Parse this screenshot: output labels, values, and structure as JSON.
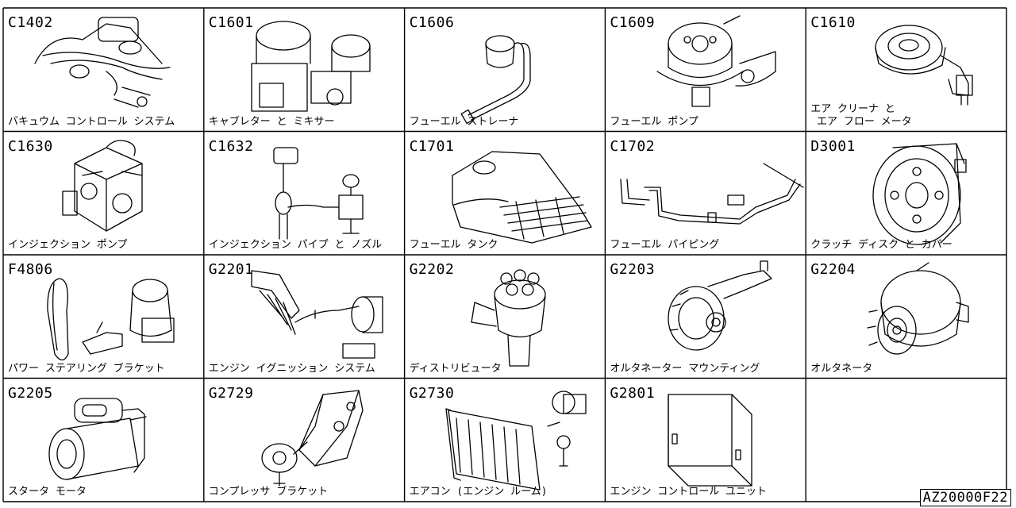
{
  "catalog": {
    "parts": [
      {
        "code": "C1402",
        "label": "バキュウム コントロール システム",
        "icon": "vacuum-hose-system-icon"
      },
      {
        "code": "C1601",
        "label": "キャブレター と ミキサー",
        "icon": "carburetor-icon"
      },
      {
        "code": "C1606",
        "label": "フューエル ストレーナ",
        "icon": "fuel-strainer-icon"
      },
      {
        "code": "C1609",
        "label": "フューエル ポンプ",
        "icon": "fuel-pump-icon"
      },
      {
        "code": "C1610",
        "label": "エア クリーナ と\n エア フロー メータ",
        "icon": "air-cleaner-icon"
      },
      {
        "code": "C1630",
        "label": "インジェクション ポンプ",
        "icon": "injection-pump-icon"
      },
      {
        "code": "C1632",
        "label": "インジェクション パイプ と ノズル",
        "icon": "injection-pipe-nozzle-icon"
      },
      {
        "code": "C1701",
        "label": "フューエル タンク",
        "icon": "fuel-tank-icon"
      },
      {
        "code": "C1702",
        "label": "フューエル パイピング",
        "icon": "fuel-piping-icon"
      },
      {
        "code": "D3001",
        "label": "クラッチ ディスク と カバー",
        "icon": "clutch-disc-icon"
      },
      {
        "code": "F4806",
        "label": "パワー ステアリング ブラケット",
        "icon": "power-steering-bracket-icon"
      },
      {
        "code": "G2201",
        "label": "エンジン イグニッション システム",
        "icon": "ignition-coil-icon"
      },
      {
        "code": "G2202",
        "label": "ディストリビュータ",
        "icon": "distributor-icon"
      },
      {
        "code": "G2203",
        "label": "オルタネーター マウンティング",
        "icon": "alternator-mount-icon"
      },
      {
        "code": "G2204",
        "label": "オルタネータ",
        "icon": "alternator-icon"
      },
      {
        "code": "G2205",
        "label": "スタータ モータ",
        "icon": "starter-motor-icon"
      },
      {
        "code": "G2729",
        "label": "コンプレッサ ブラケット",
        "icon": "compressor-bracket-icon"
      },
      {
        "code": "G2730",
        "label": "エアコン (エンジン ルーム)",
        "icon": "aircon-condenser-icon"
      },
      {
        "code": "G2801",
        "label": "エンジン コントロール ユニット",
        "icon": "ecu-icon"
      }
    ],
    "empty_slots": 1,
    "footer_code": "AZ20000F22"
  }
}
